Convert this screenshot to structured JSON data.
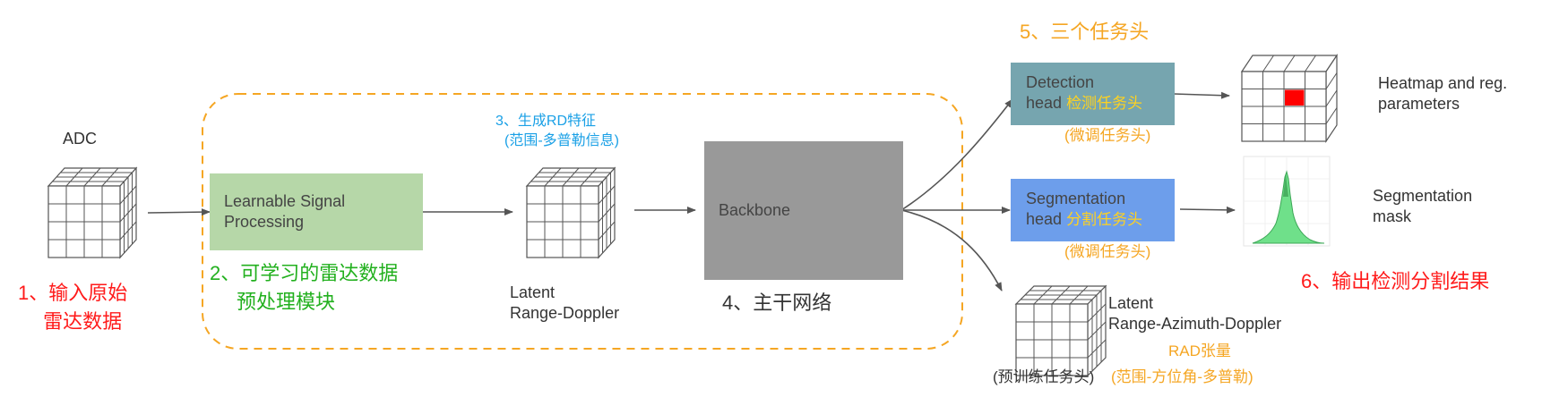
{
  "labels": {
    "adc": "ADC",
    "step1_line1": "1、输入原始",
    "step1_line2": "雷达数据",
    "step2_line1": "2、可学习的雷达数据",
    "step2_line2": "预处理模块",
    "step3_line1": "3、生成RD特征",
    "step3_line2": "(范围-多普勒信息)",
    "latent_rd_line1": "Latent",
    "latent_rd_line2": "Range-Doppler",
    "step4": "4、主干网络",
    "step5": "5、三个任务头",
    "step6": "6、输出检测分割结果",
    "heatmap_line1": "Heatmap and reg.",
    "heatmap_line2": "parameters",
    "seg_mask_line1": "Segmentation",
    "seg_mask_line2": "mask",
    "latent_rad_line1": "Latent",
    "latent_rad_line2": "Range-Azimuth-Doppler",
    "rad_tensor": "RAD张量",
    "pretrain_head": "(预训练任务头)",
    "rad_desc": "(范围-方位角-多普勒)"
  },
  "nodes": {
    "lsp_line1": "Learnable Signal",
    "lsp_line2": "Processing",
    "backbone": "Backbone",
    "detection_en_line1": "Detection",
    "detection_en_line2": "head",
    "detection_cn": "检测任务头",
    "detection_note": "(微调任务头)",
    "segmentation_en_line1": "Segmentation",
    "segmentation_en_line2": "head",
    "segmentation_cn": "分割任务头",
    "segmentation_note": "(微调任务头)"
  },
  "colors": {
    "lsp_fill": "#b6d7a8",
    "backbone_fill": "#999999",
    "detection_fill": "#76a5af",
    "segmentation_fill": "#6d9eeb",
    "dashed_border": "#f5a623",
    "heatmap_cell": "#ff0000",
    "mask_fill": "#6fe08a",
    "arrow": "#555555"
  },
  "icons": {
    "cube": "grid-cube-icon",
    "heatmap": "heatmap-grid-icon",
    "mask": "segmentation-mask-icon"
  }
}
